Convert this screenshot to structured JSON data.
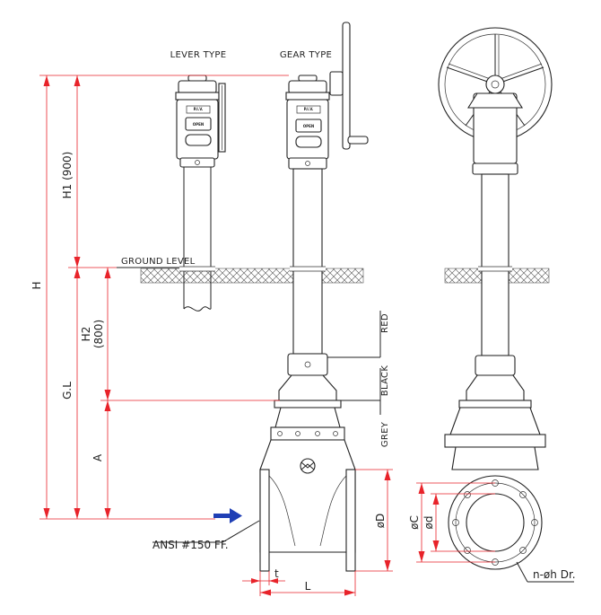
{
  "labels": {
    "lever_type": "LEVER TYPE",
    "gear_type": "GEAR TYPE",
    "ground_level": "GROUND LEVEL",
    "flange_spec": "ANSI #150 FF.",
    "bolt_holes": "n-øh Dr.",
    "piv_plate": "P.I.V.",
    "open_plate": "OPEN"
  },
  "dimensions": {
    "h": "H",
    "h1": "H1 (900)",
    "gl": "G.L",
    "h2": "H2",
    "h2_value": "(800)",
    "a": "A",
    "t": "t",
    "l": "L",
    "od": "øD",
    "oc": "øC",
    "od_small": "ød"
  },
  "color_bands": {
    "red": "RED",
    "black": "BLACK",
    "grey": "GREY"
  },
  "colors": {
    "dimension_line": "#e8232a",
    "flow_arrow": "#1f3fb5",
    "linework": "#222222"
  }
}
